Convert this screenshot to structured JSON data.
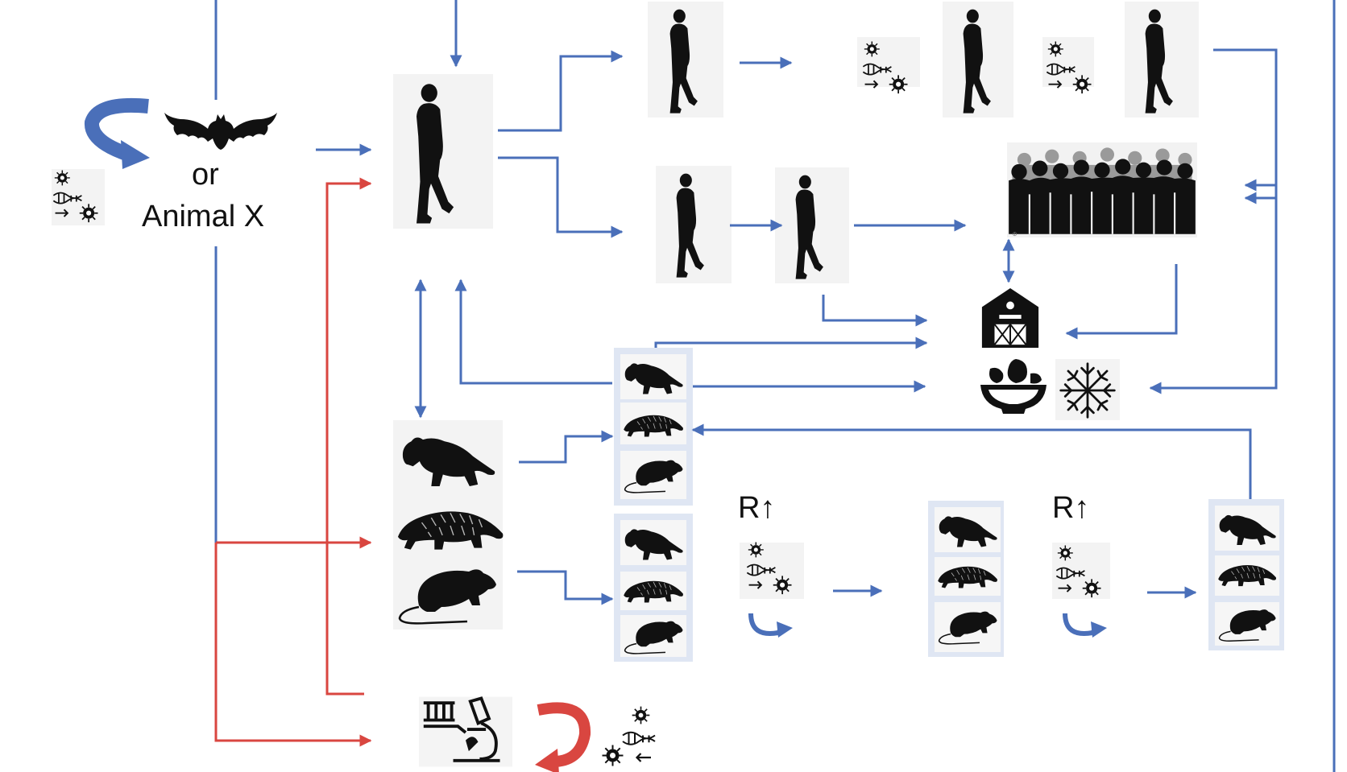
{
  "labels": {
    "source_or": "or",
    "source_animal": "Animal X",
    "r_up_1": "R↑",
    "r_up_2": "R↑"
  },
  "nodes": {
    "source_bat": "bat-icon",
    "human": "walking-person-icon",
    "crowd": "crowd-icon",
    "barn": "farm-barn-icon",
    "food": "food-bowl-icon",
    "cold": "snowflake-icon",
    "lab": "laboratory-microscope-icon",
    "intermediate_hosts": [
      "ferret-icon",
      "pangolin-icon",
      "rat-icon"
    ],
    "mutation": "virus-mutation-icon"
  },
  "colors": {
    "blue": "#4a6fb9",
    "red": "#d94640",
    "silhouette": "#111111",
    "panel": "#dfe6f3",
    "photo_bg": "#f3f3f3"
  }
}
